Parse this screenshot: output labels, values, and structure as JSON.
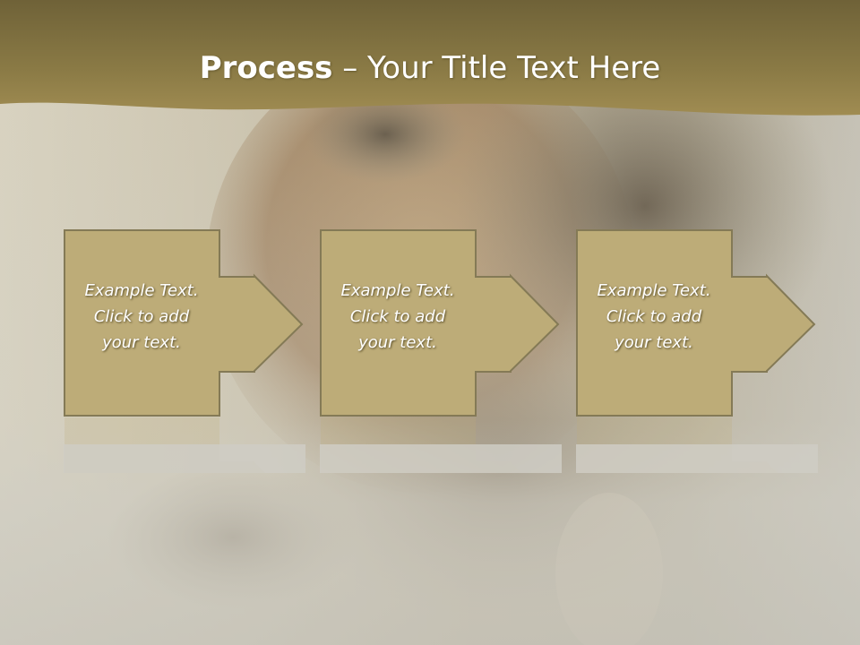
{
  "slide": {
    "title": {
      "bold": "Process",
      "rest": " – Your Title Text Here"
    },
    "steps": [
      {
        "text": "Example Text.\nClick  to add\nyour text."
      },
      {
        "text": "Example Text.\nClick  to add\nyour text."
      },
      {
        "text": "Example Text.\nClick  to add\nyour text."
      }
    ]
  },
  "colors": {
    "banner": "#8a7a45",
    "box_fill": "#bdac78",
    "box_stroke": "#847a56",
    "background": "#c9c6bc",
    "title_text": "#ffffff"
  }
}
